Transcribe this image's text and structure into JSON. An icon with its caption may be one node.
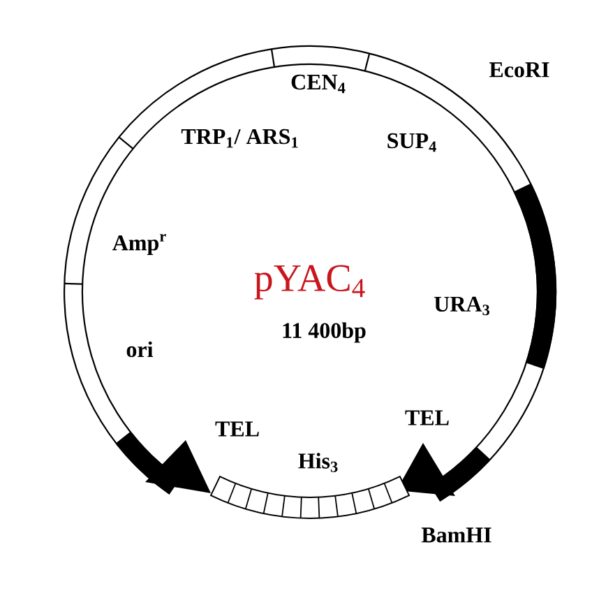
{
  "diagram": {
    "labels": [
      "CEN$_{4}$",
      "EcoRI",
      "TRP$_{1}$/ ARS$_{1}$",
      "SUP$_{4}$",
      "Amp$^{r}$",
      "pYAC$_{4}$",
      "URA$_{3}$",
      "11 400bp",
      "ori",
      "TEL",
      "TEL",
      "His$_{3}$",
      "BamHI"
    ]
  }
}
